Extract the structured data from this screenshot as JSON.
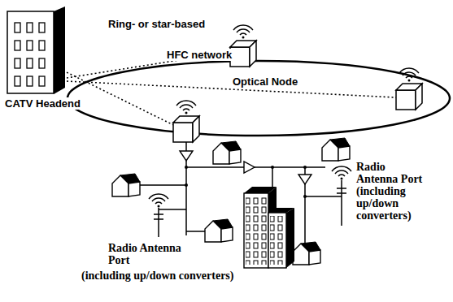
{
  "diagram": {
    "nodes": [
      {
        "text": [
          "CATV Headend"
        ]
      },
      {
        "text": [
          "Optical Node"
        ]
      },
      {
        "text": [
          "Radio Antenna Port",
          "(including up/down converters)"
        ]
      },
      {
        "text": [
          "Radio Antenna Port",
          "(including up/down converters)"
        ]
      }
    ],
    "edges": [
      {
        "from": 0,
        "to": 1,
        "arrow": "none"
      }
    ],
    "labels": [
      "Ring- or star-based",
      "HFC network"
    ]
  }
}
